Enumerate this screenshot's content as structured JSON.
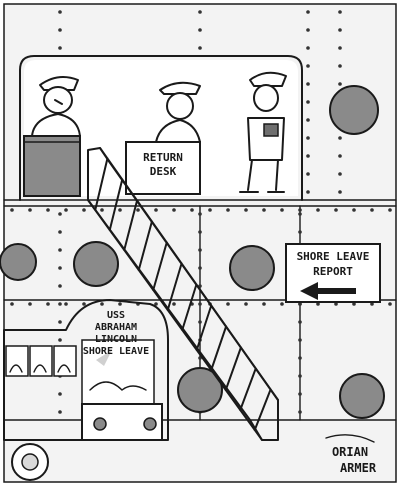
{
  "desk_sign": {
    "line1": "RETURN",
    "line2": "DESK"
  },
  "leave_sign": {
    "line1": "SHORE LEAVE",
    "line2": "REPORT",
    "arrow": "left-arrow"
  },
  "bus": {
    "line1": "USS",
    "line2": "ABRAHAM",
    "line3": "LINCOLN",
    "line4": "SHORE LEAVE"
  },
  "signature": {
    "line1": "ORIAN",
    "line2": "ARMER"
  },
  "colors": {
    "ink": "#1a1a1a",
    "wall": "#e6e6e6",
    "shade": "#8a8a8a",
    "dark": "#6f6f6f"
  }
}
